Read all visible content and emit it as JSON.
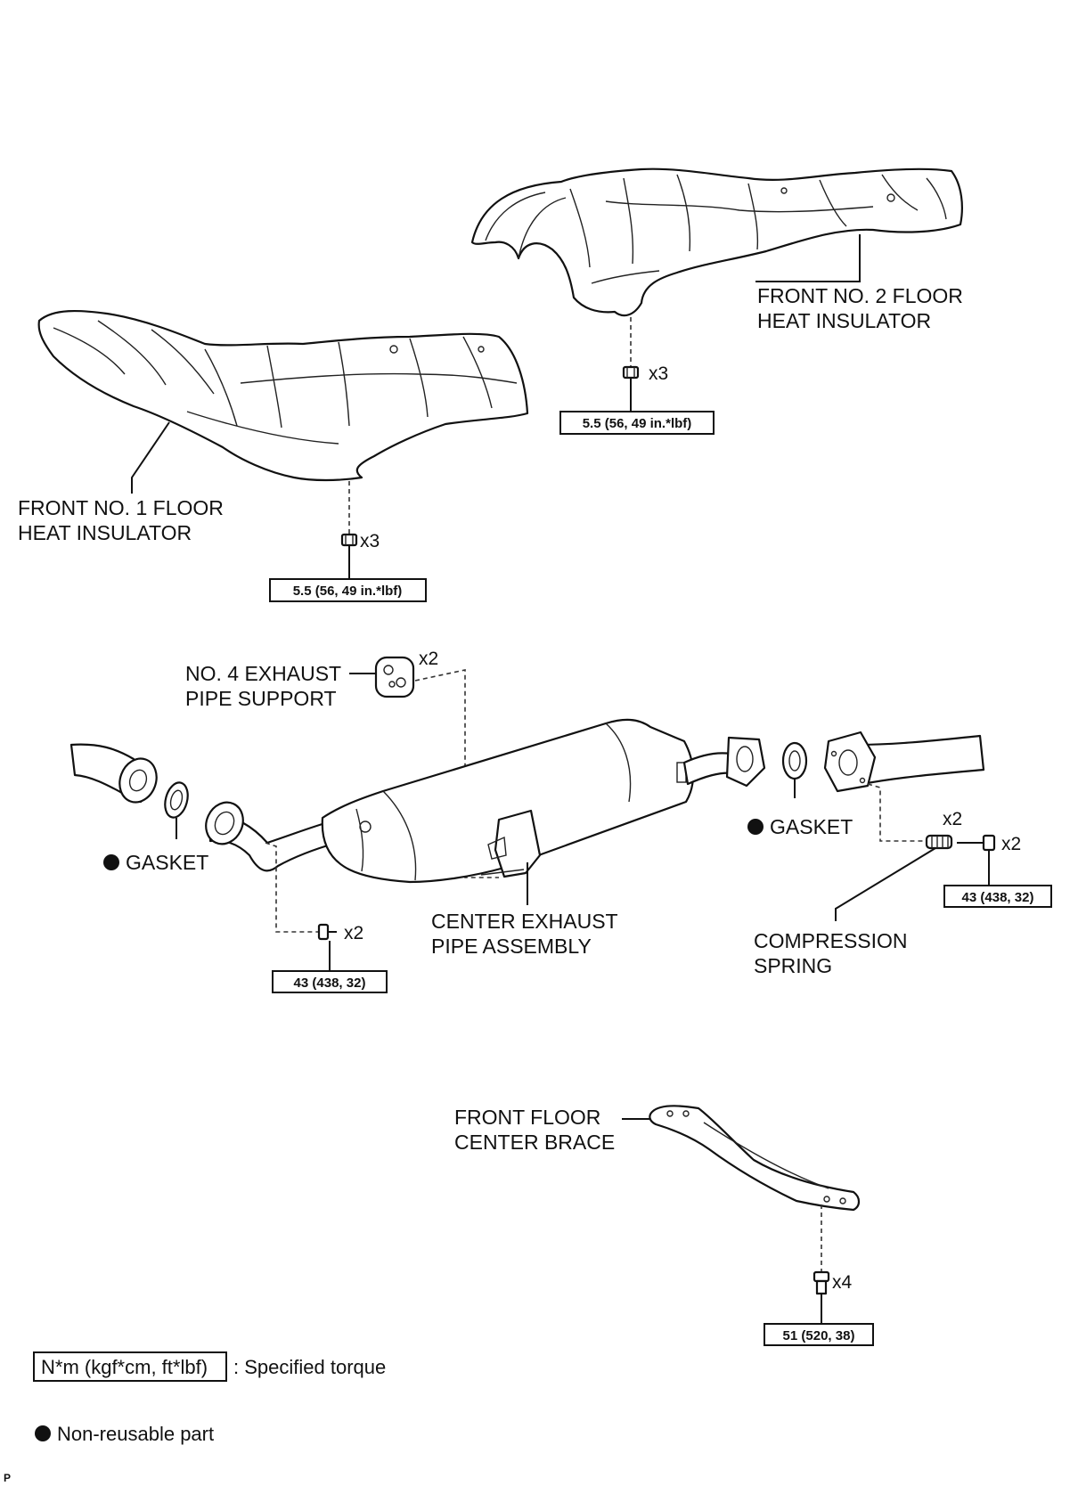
{
  "labels": {
    "front_no2_l1": "FRONT NO. 2 FLOOR",
    "front_no2_l2": "HEAT INSULATOR",
    "front_no1_l1": "FRONT NO. 1 FLOOR",
    "front_no1_l2": "HEAT INSULATOR",
    "support_l1": "NO. 4 EXHAUST",
    "support_l2": "PIPE SUPPORT",
    "gasket_left": "GASKET",
    "gasket_right": "GASKET",
    "center_pipe_l1": "CENTER EXHAUST",
    "center_pipe_l2": "PIPE ASSEMBLY",
    "spring_l1": "COMPRESSION",
    "spring_l2": "SPRING",
    "brace_l1": "FRONT FLOOR",
    "brace_l2": "CENTER BRACE"
  },
  "quantities": {
    "nuts_no2": "x3",
    "nuts_no1": "x3",
    "support": "x2",
    "bolts_left": "x2",
    "springs": "x2",
    "bolts_right": "x2",
    "brace_bolts": "x4"
  },
  "torques": {
    "no2_insulator": "5.5 (56, 49 in.*lbf)",
    "no1_insulator": "5.5 (56, 49 in.*lbf)",
    "pipe_front": "43 (438, 32)",
    "pipe_rear": "43 (438, 32)",
    "brace": "51 (520, 38)"
  },
  "legend": {
    "torque_unit": "N*m (kgf*cm, ft*lbf)",
    "torque_desc": ": Specified torque",
    "nonreusable_desc": "Non-reusable part"
  },
  "corner_mark": "P"
}
